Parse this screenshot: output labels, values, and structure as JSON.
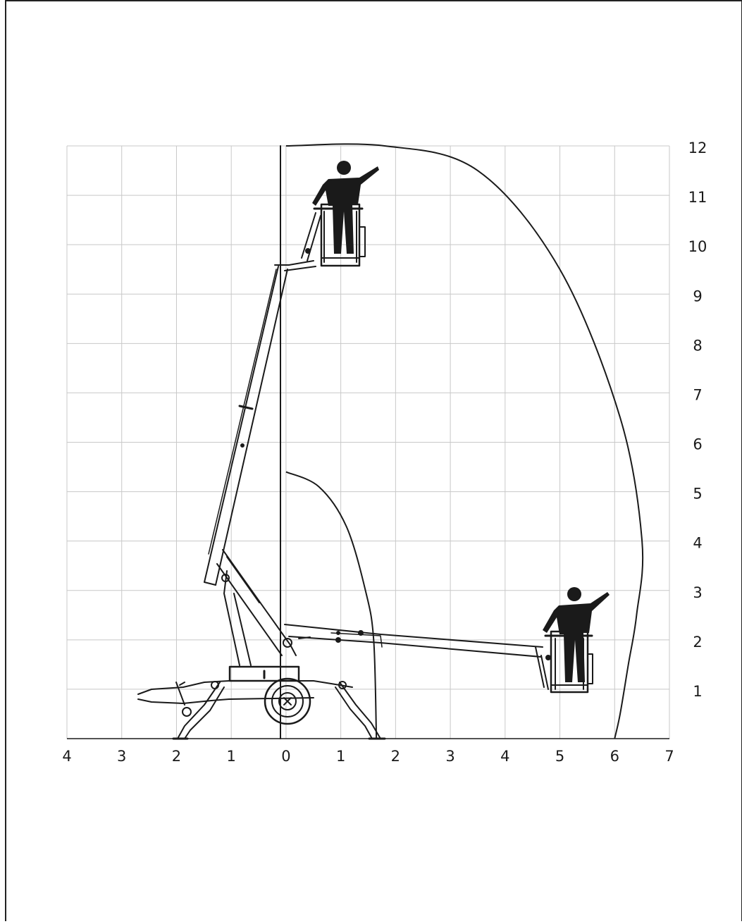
{
  "diagram": {
    "type": "working-range-diagram",
    "x_ticks": [
      "4",
      "3",
      "2",
      "1",
      "0",
      "1",
      "2",
      "3",
      "4",
      "5",
      "6",
      "7"
    ],
    "y_ticks": [
      "1",
      "2",
      "3",
      "4",
      "5",
      "6",
      "7",
      "8",
      "9",
      "10",
      "11",
      "12"
    ],
    "x_range": [
      -4,
      7
    ],
    "y_range": [
      0,
      12
    ],
    "grid": true,
    "grid_color": "#c8c8c8",
    "ink_color": "#1a1a1a",
    "envelopes": [
      {
        "name": "outer",
        "points": [
          [
            0,
            12
          ],
          [
            1.8,
            12
          ],
          [
            3.5,
            11.5
          ],
          [
            5,
            9.5
          ],
          [
            6.1,
            6.5
          ],
          [
            6.5,
            4
          ],
          [
            6.4,
            2.5
          ],
          [
            6.25,
            1.5
          ],
          [
            6.1,
            0.5
          ],
          [
            6.0,
            0
          ]
        ]
      },
      {
        "name": "inner",
        "points": [
          [
            0,
            5.4
          ],
          [
            0.6,
            5.1
          ],
          [
            1.1,
            4.3
          ],
          [
            1.45,
            3.0
          ],
          [
            1.6,
            2.0
          ],
          [
            1.65,
            0
          ]
        ]
      }
    ],
    "icons": [
      "aerial-work-platform-icon",
      "operator-figure-icon"
    ]
  }
}
